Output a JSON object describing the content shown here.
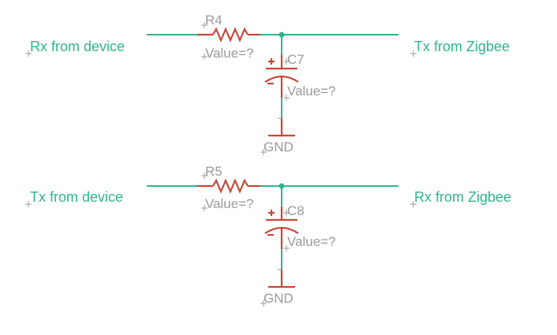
{
  "colors": {
    "wire": "#2fb58c",
    "part": "#c8473a",
    "label": "#9a9a9a",
    "background": "#ffffff"
  },
  "circuits": [
    {
      "input_label": "Rx from device",
      "output_label": "Tx from Zigbee",
      "resistor": {
        "name": "R4",
        "value": "Value=?"
      },
      "capacitor": {
        "name": "C7",
        "value": "Value=?"
      },
      "ground_label": "GND"
    },
    {
      "input_label": "Tx from device",
      "output_label": "Rx from Zigbee",
      "resistor": {
        "name": "R5",
        "value": "Value=?"
      },
      "capacitor": {
        "name": "C8",
        "value": "Value=?"
      },
      "ground_label": "GND"
    }
  ]
}
